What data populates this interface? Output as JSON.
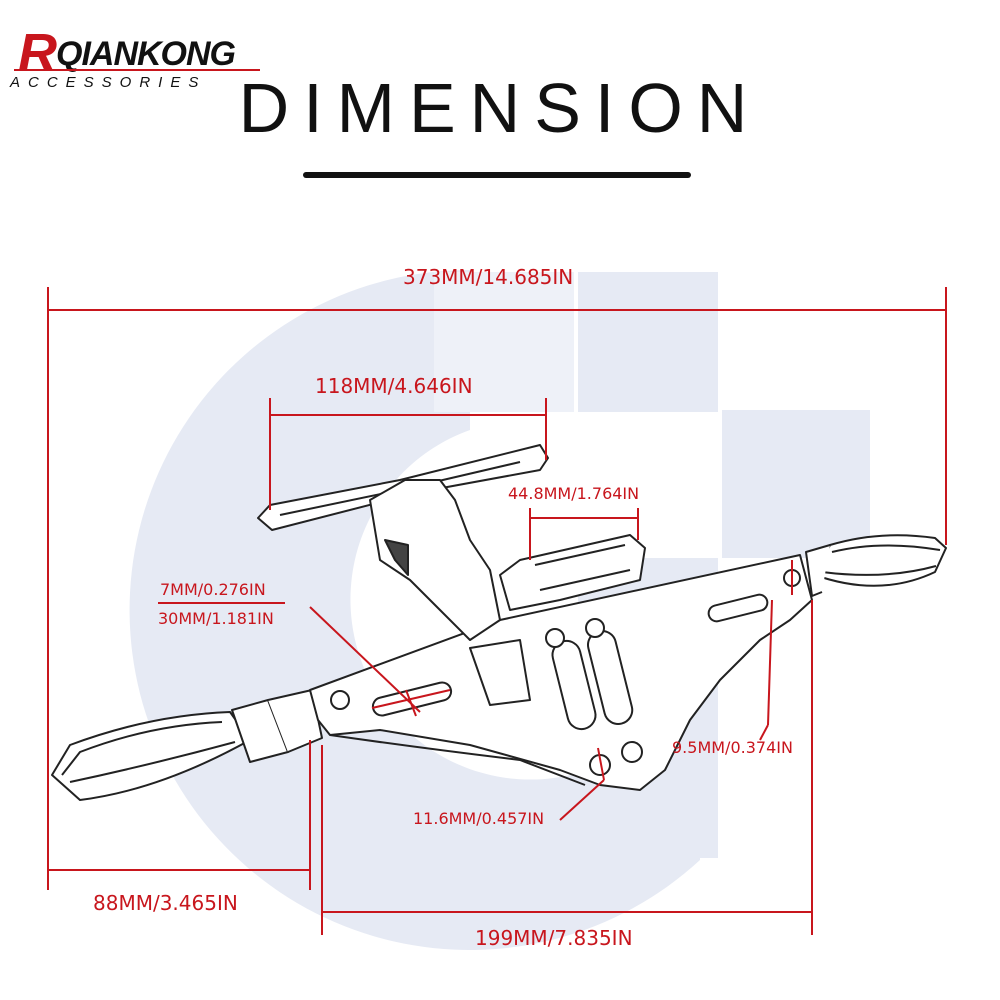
{
  "brand": {
    "name_initial": "R",
    "name_rest": "QIANKONG",
    "subtitle": "ACCESSORIES"
  },
  "title": "DIMENSION",
  "dimensions": {
    "overall_length": "373MM/14.685IN",
    "plate_width": "118MM/4.646IN",
    "clamp_width": "44.8MM/1.764IN",
    "slot_width": "7MM/0.276IN",
    "slot_length": "30MM/1.181IN",
    "hole_small": "9.5MM/0.374IN",
    "hole_large": "11.6MM/0.457IN",
    "left_offset": "88MM/3.465IN",
    "mount_span": "199MM/7.835IN"
  },
  "colors": {
    "dimension": "#c8161d",
    "watermark": "#e6eaf4",
    "line": "#222222"
  }
}
